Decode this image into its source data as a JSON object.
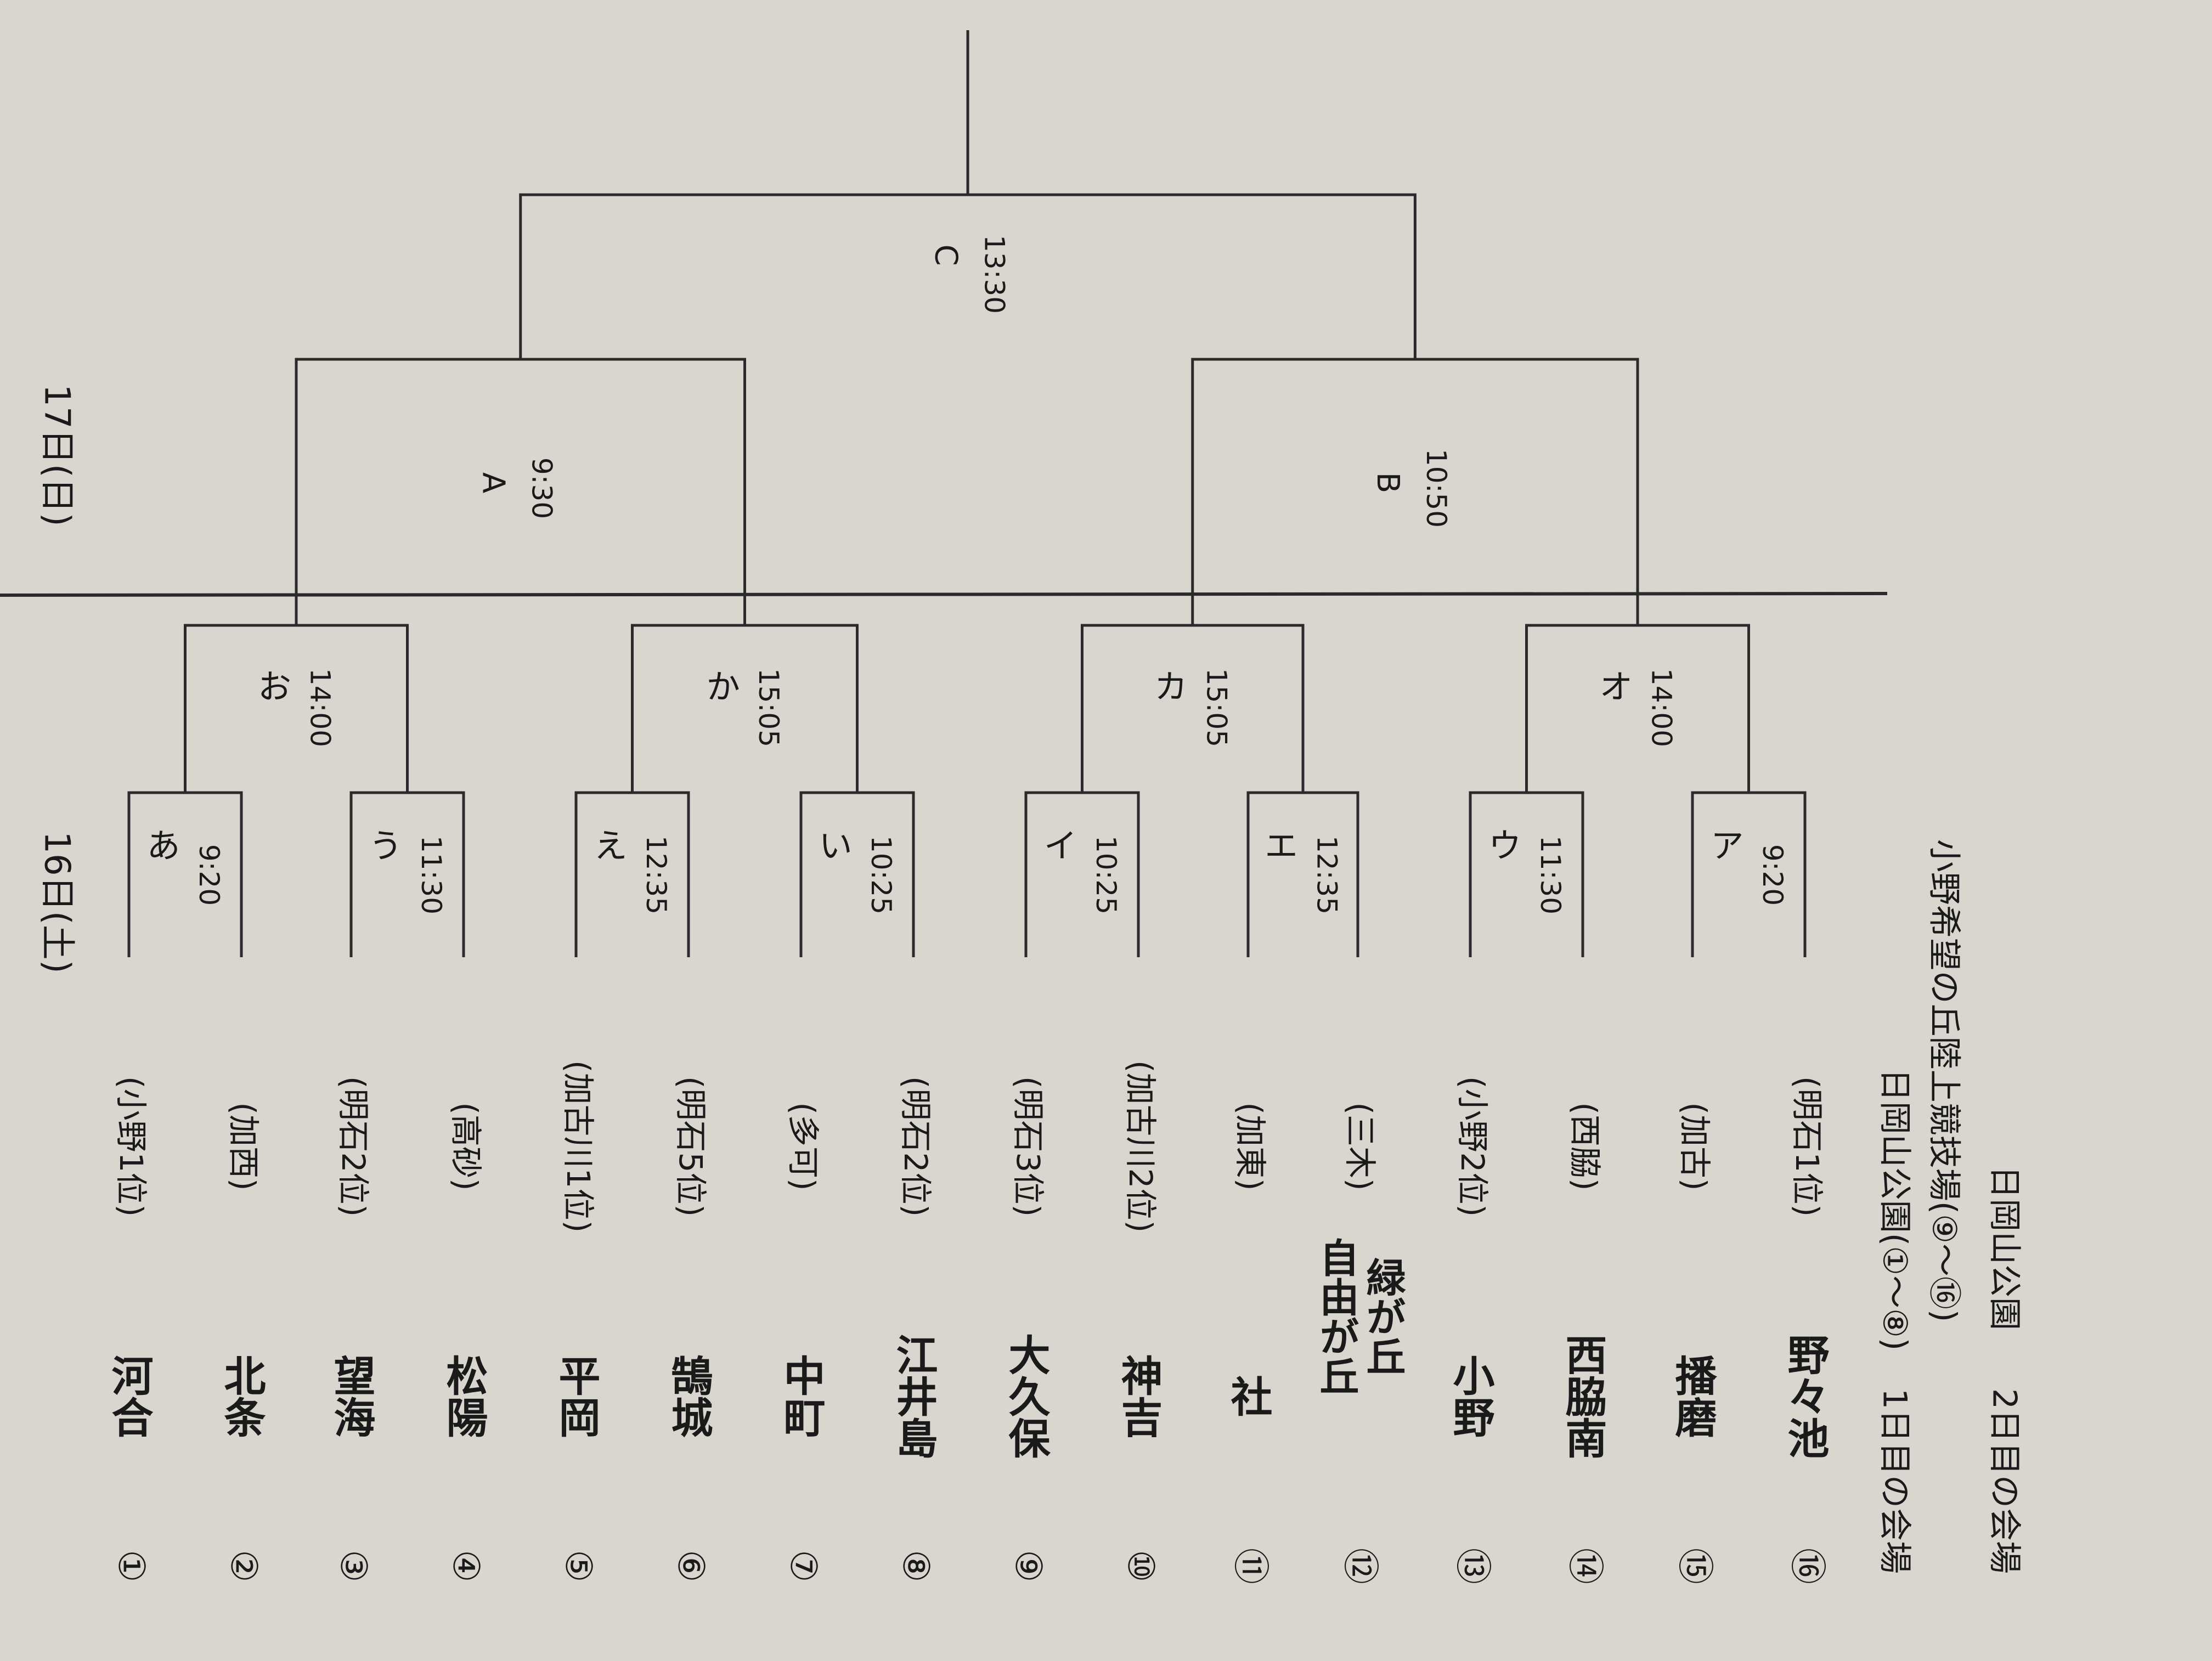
{
  "day1_label": "16日(土)",
  "day2_label": "17日(日)",
  "teams": [
    {
      "num": "①",
      "name": "河合",
      "note": "(小野1位)"
    },
    {
      "num": "②",
      "name": "北条",
      "note": "(加西)"
    },
    {
      "num": "③",
      "name": "望海",
      "note": "(明石2位)"
    },
    {
      "num": "④",
      "name": "松陽",
      "note": "(高砂)"
    },
    {
      "num": "⑤",
      "name": "平岡",
      "note": "(加古川1位)"
    },
    {
      "num": "⑥",
      "name": "鵠城",
      "note": "(明石5位)"
    },
    {
      "num": "⑦",
      "name": "中町",
      "note": "(多可)"
    },
    {
      "num": "⑧",
      "name": "江井島",
      "note": "(明石2位)"
    },
    {
      "num": "⑨",
      "name": "大久保",
      "note": "(明石3位)"
    },
    {
      "num": "⑩",
      "name": "神吉",
      "note": "(加古川2位)"
    },
    {
      "num": "⑪",
      "name": "社",
      "note": "(加東)"
    },
    {
      "num": "⑫",
      "name": "自由が丘 緑が丘",
      "note": "(三木)"
    },
    {
      "num": "⑬",
      "name": "小野",
      "note": "(小野2位)"
    },
    {
      "num": "⑭",
      "name": "西脇南",
      "note": "(西脇)"
    },
    {
      "num": "⑮",
      "name": "播磨",
      "note": "(加古)"
    },
    {
      "num": "⑯",
      "name": "野々池",
      "note": "(明石1位)"
    }
  ],
  "round1": [
    {
      "label": "あ",
      "time": "9:20"
    },
    {
      "label": "う",
      "time": "11:30"
    },
    {
      "label": "え",
      "time": "12:35"
    },
    {
      "label": "い",
      "time": "10:25"
    },
    {
      "label": "イ",
      "time": "10:25"
    },
    {
      "label": "エ",
      "time": "12:35"
    },
    {
      "label": "ウ",
      "time": "11:30"
    },
    {
      "label": "ア",
      "time": "9:20"
    }
  ],
  "round2": [
    {
      "label": "お",
      "time": "14:00"
    },
    {
      "label": "か",
      "time": "15:05"
    },
    {
      "label": "カ",
      "time": "15:05"
    },
    {
      "label": "オ",
      "time": "14:00"
    }
  ],
  "semifinal": [
    {
      "label": "A",
      "time": "9:30"
    },
    {
      "label": "B",
      "time": "10:50"
    }
  ],
  "final": {
    "label": "C",
    "time": "13:30"
  },
  "venues": [
    {
      "day": "1日目の会場",
      "places": [
        "日岡山公園(①〜⑧)",
        "小野希望の丘陸上競技場(⑨〜⑯)"
      ]
    },
    {
      "day": "2日目の会場",
      "places": [
        "日岡山公園"
      ]
    }
  ]
}
